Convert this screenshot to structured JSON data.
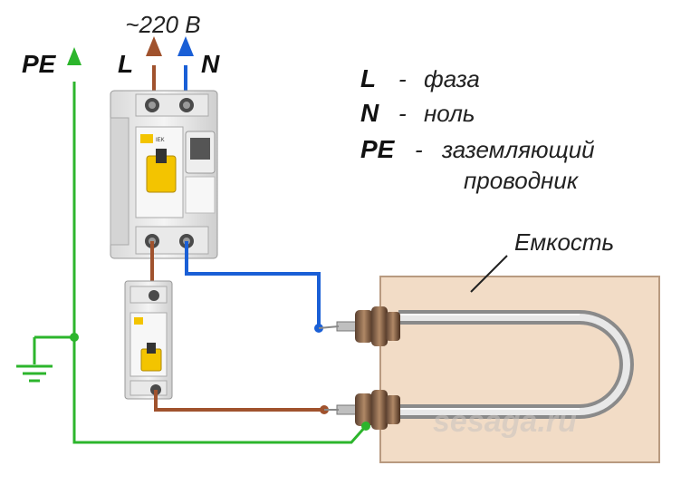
{
  "voltage_label": "~220 В",
  "wire_labels": {
    "pe": "PE",
    "l": "L",
    "n": "N"
  },
  "legend": [
    {
      "symbol": "L",
      "dash": "-",
      "text": "фаза"
    },
    {
      "symbol": "N",
      "dash": "-",
      "text": "ноль"
    },
    {
      "symbol": "PE",
      "dash": "-",
      "text": "заземляющий",
      "text2": "проводник"
    }
  ],
  "tank_label": "Емкость",
  "watermark": "sesaga.ru",
  "colors": {
    "phase": "#a0522d",
    "neutral": "#1a5fd6",
    "ground": "#2cb52c",
    "tank": "#f2dcc6"
  }
}
